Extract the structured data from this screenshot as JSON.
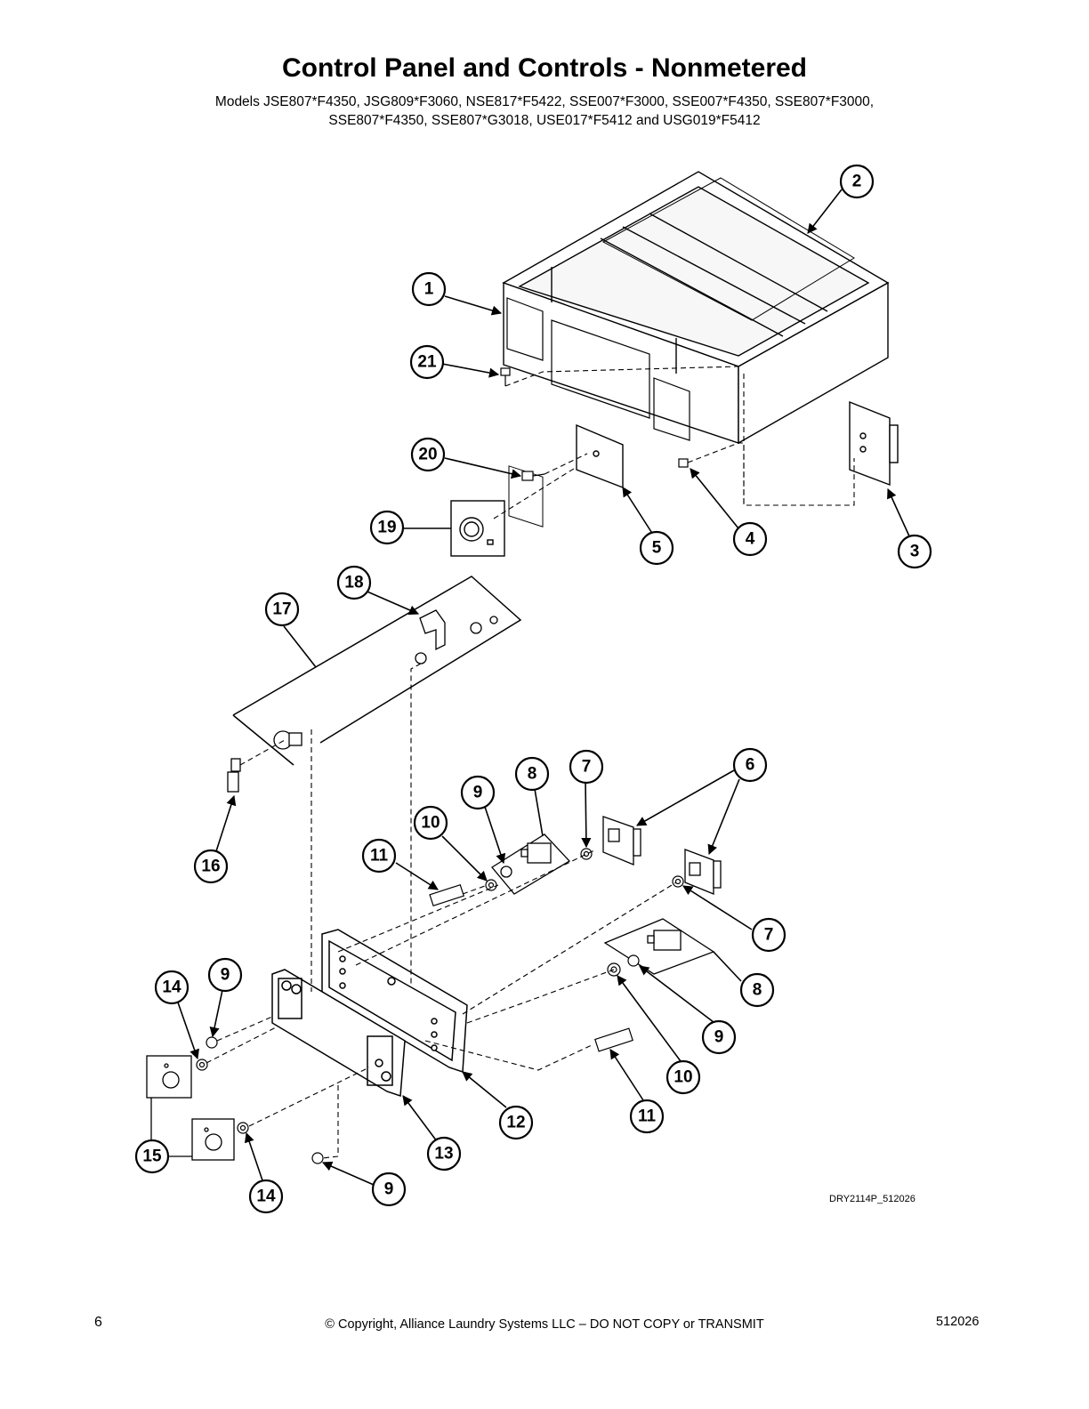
{
  "title": "Control Panel and Controls - Nonmetered",
  "models_line1": "Models JSE807*F4350, JSG809*F3060, NSE817*F5422, SSE007*F3000, SSE007*F4350, SSE807*F3000,",
  "models_line2": "SSE807*F4350, SSE807*G3018, USE017*F5412 and USG019*F5412",
  "callouts": [
    "1",
    "2",
    "21",
    "20",
    "19",
    "5",
    "4",
    "3",
    "18",
    "17",
    "16",
    "9",
    "8",
    "7",
    "6",
    "10",
    "11",
    "7",
    "14",
    "9",
    "8",
    "9",
    "10",
    "15",
    "11",
    "12",
    "13",
    "14",
    "9"
  ],
  "drawing_id": "DRY2114P_512026",
  "footer": {
    "page_number": "6",
    "copyright": "© Copyright, Alliance Laundry Systems LLC – DO NOT COPY or TRANSMIT",
    "doc_number": "512026"
  }
}
